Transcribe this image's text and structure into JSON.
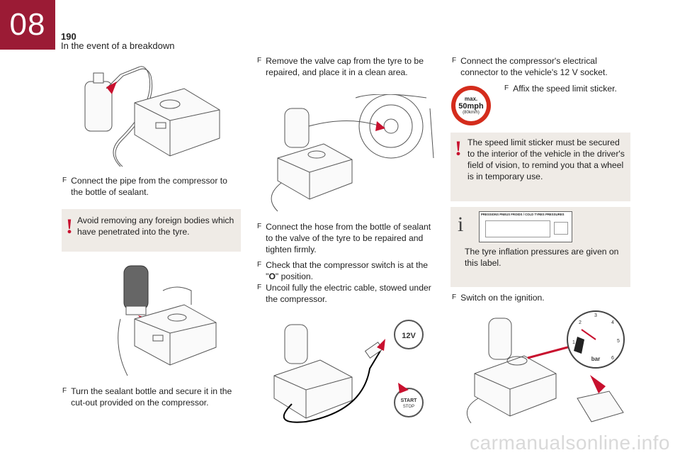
{
  "header": {
    "chapter": "08",
    "page_number": "190",
    "section_title": "In the event of a breakdown"
  },
  "col1": {
    "step1": "Connect the pipe from the compressor to the bottle of sealant.",
    "warning": "Avoid removing any foreign bodies which have penetrated into the tyre.",
    "step2": "Turn the sealant bottle and secure it in the cut-out provided on the compressor."
  },
  "col2": {
    "step1": "Remove the valve cap from the tyre to be repaired, and place it in a clean area.",
    "step2": "Connect the hose from the bottle of sealant to the valve of the tyre to be repaired and tighten firmly.",
    "step3_prefix": "Check that the compressor switch is at the \"",
    "step3_symbol": "O",
    "step3_suffix": "\" position.",
    "step4": "Uncoil fully the electric cable, stowed under the compressor.",
    "socket_label": "12V",
    "start_label": "START",
    "stop_label": "STOP"
  },
  "col3": {
    "step1": "Connect the compressor's electrical connector to the vehicle's 12 V socket.",
    "sticker_max": "max.",
    "sticker_speed": "50mph",
    "sticker_kmh": "(80km/h)",
    "step2": "Affix the speed limit sticker.",
    "warning": "The speed limit sticker must be secured to the interior of the vehicle in the driver's field of vision, to remind you that a wheel is in temporary use.",
    "label_title": "PRESSIONS PNEUS FROIDS / COLD TYRES PRESSURES",
    "info": "The tyre inflation pressures are given on this label.",
    "step3": "Switch on the ignition.",
    "gauge_unit": "bar",
    "gauge_ticks": [
      "1",
      "2",
      "3",
      "4",
      "5",
      "6"
    ]
  },
  "bullet_symbol": "F",
  "warning_symbol": "!",
  "info_symbol": "i",
  "watermark": "carmanualsonline.info"
}
